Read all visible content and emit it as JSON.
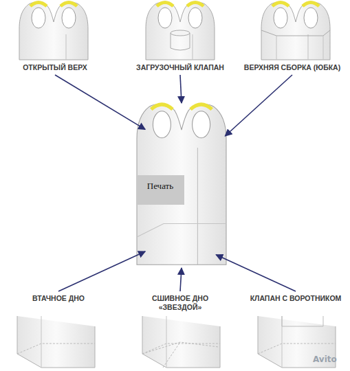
{
  "diagram": {
    "nodes": [
      {
        "text": [
          "ОТКРЫТЫЙ ВЕРХ"
        ]
      },
      {
        "text": [
          "ЗАГРУЗОЧНЫЙ КЛАПАН"
        ]
      },
      {
        "text": [
          "ВЕРХНЯЯ СБОРКА (ЮБКА)"
        ]
      },
      {
        "text": [
          "Печать"
        ]
      },
      {
        "text": [
          "ВТАЧНОЕ ДНО"
        ]
      },
      {
        "text": [
          "СШИВНОЕ ДНО «ЗВЕЗДОЙ»"
        ]
      },
      {
        "text": [
          "КЛАПАН С ВОРОТНИКОМ"
        ]
      }
    ],
    "edges": [
      {
        "from": 0,
        "to": 3,
        "arrow": "to"
      },
      {
        "from": 1,
        "to": 3,
        "arrow": "to"
      },
      {
        "from": 2,
        "to": 3,
        "arrow": "to"
      },
      {
        "from": 4,
        "to": 3,
        "arrow": "to"
      },
      {
        "from": 5,
        "to": 3,
        "arrow": "to"
      },
      {
        "from": 6,
        "to": 3,
        "arrow": "to"
      }
    ],
    "labels": [
      "Avito"
    ]
  }
}
